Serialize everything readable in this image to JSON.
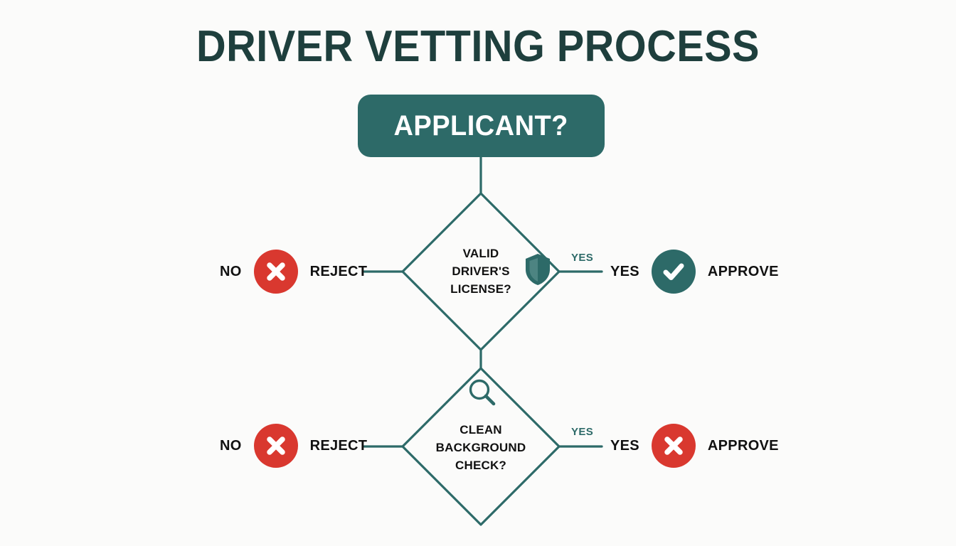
{
  "page": {
    "title": "DRIVER VETTING PROCESS",
    "background_color": "#fbfbfa"
  },
  "colors": {
    "teal": "#2d6a68",
    "teal_dark": "#1e3f3d",
    "red": "#d9382f",
    "white": "#ffffff",
    "text_black": "#111111"
  },
  "flow": {
    "start": {
      "label": "APPLICANT?",
      "shape": "rounded-rectangle",
      "fill": "#2d6a68",
      "text_color": "#ffffff"
    },
    "decisions": [
      {
        "id": "valid-license",
        "shape": "diamond",
        "lines": [
          "VALID",
          "DRIVER'S",
          "LICENSE?"
        ],
        "icon": "shield-icon",
        "edge_label_right": "YES",
        "branches": {
          "no": {
            "answer": "NO",
            "icon": "x-circle-icon",
            "icon_color": "#d9382f",
            "action": "REJECT"
          },
          "yes": {
            "answer": "YES",
            "icon": "check-circle-icon",
            "icon_color": "#2d6a68",
            "action": "APPROVE"
          }
        }
      },
      {
        "id": "clean-background-check",
        "shape": "diamond",
        "lines": [
          "CLEAN",
          "BACKGROUND",
          "CHECK?"
        ],
        "icon": "magnifier-icon",
        "edge_label_right": "YES",
        "branches": {
          "no": {
            "answer": "NO",
            "icon": "x-circle-icon",
            "icon_color": "#d9382f",
            "action": "REJECT"
          },
          "yes": {
            "answer": "YES",
            "icon": "x-circle-icon",
            "icon_color": "#d9382f",
            "action": "APPROVE"
          }
        }
      }
    ]
  }
}
